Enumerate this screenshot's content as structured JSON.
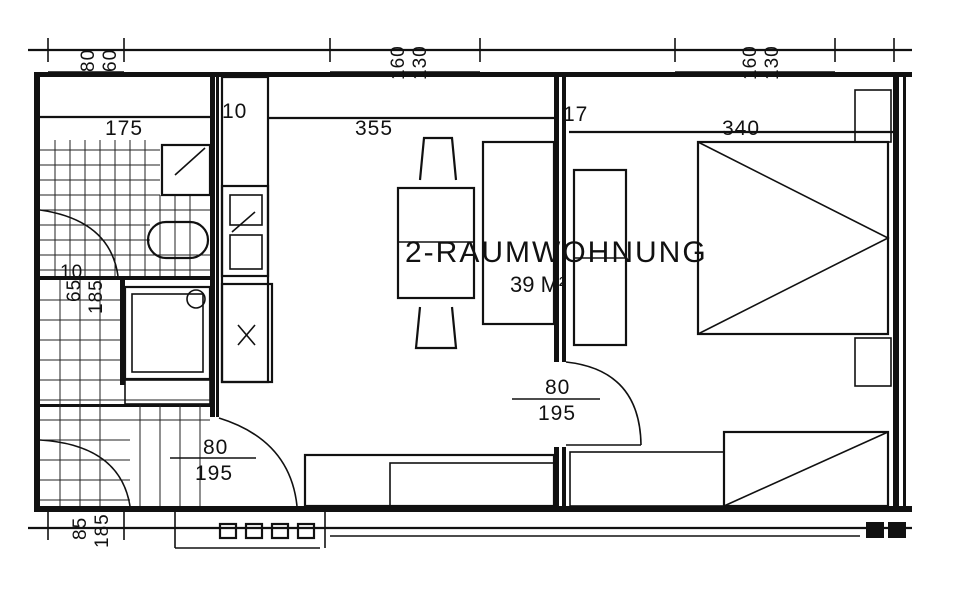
{
  "plan": {
    "title": "2-RAUMWOHNUNG",
    "area": "39 M²"
  },
  "dimensions": {
    "bath_width": "175",
    "wall_small": "10",
    "living_width": "355",
    "wall_marker": "17",
    "bedroom_width": "340",
    "window_left_top": "80",
    "window_left_bottom": "60",
    "window_mid_top": "160",
    "window_mid_bottom": "130",
    "window_right_top": "160",
    "window_right_bottom": "130",
    "bath_door_width": "65",
    "bath_door_height": "185",
    "wc_door_width": "10",
    "bedroom_door_width": "80",
    "bedroom_door_height": "195",
    "entry_door_width": "80",
    "entry_door_height": "195",
    "bottom_left_width": "85",
    "bottom_left_height": "185"
  }
}
